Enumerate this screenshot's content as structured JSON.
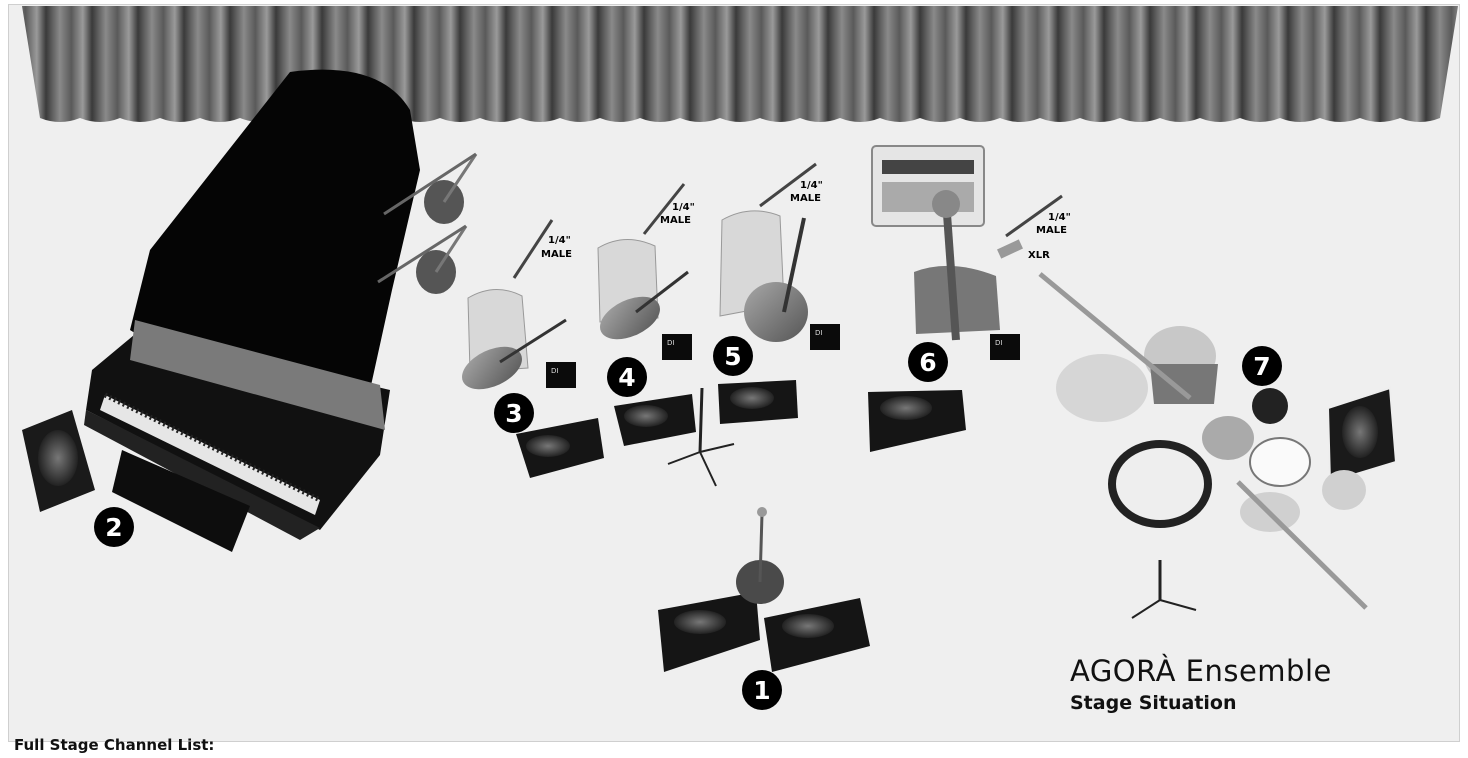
{
  "title": "AGORÀ Ensemble",
  "subtitle": "Stage Situation",
  "channel_list_label": "Full Stage Channel List:",
  "connector_labels": {
    "quarter_inch_male_1": "1/4\" MALE",
    "quarter_inch_male_2": "1/4\" MALE",
    "quarter_inch_male_3": "1/4\" MALE",
    "quarter_inch_male_4": "1/4\" MALE",
    "xlr": "XLR"
  },
  "positions": [
    "1",
    "2",
    "3",
    "4",
    "5",
    "6",
    "7"
  ],
  "di_box_label": "DI"
}
